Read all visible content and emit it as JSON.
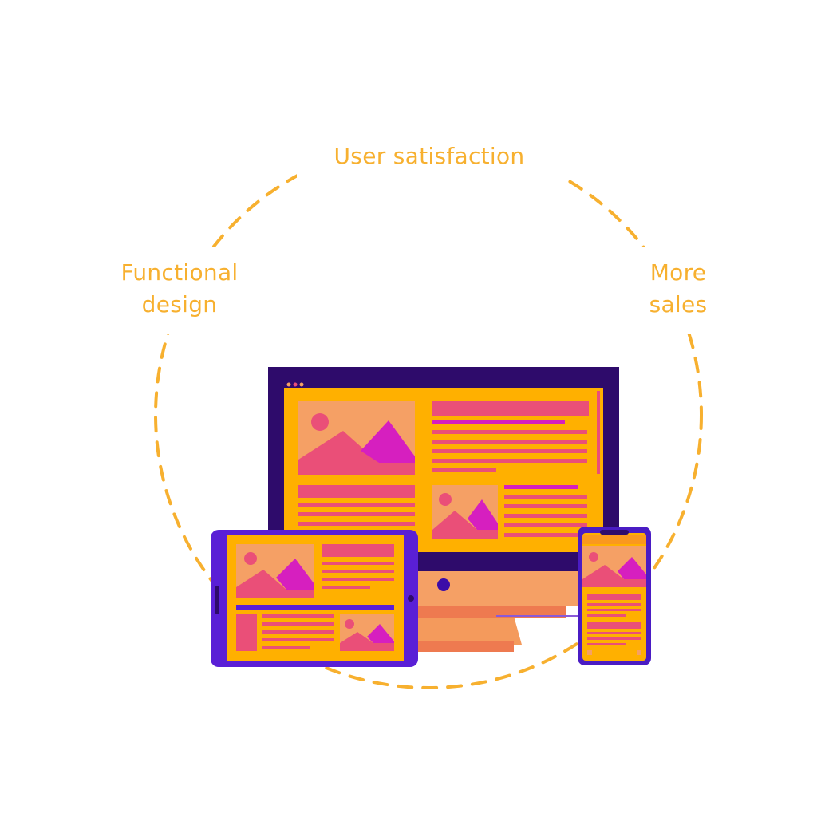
{
  "labels": {
    "top": "User satisfaction",
    "left_line1": "Functional",
    "left_line2": "design",
    "right_line1": "More",
    "right_line2": "sales"
  },
  "colors": {
    "accent": "#f7b02f",
    "frame": "#2e0b6b",
    "tablet_frame": "#5a1fd6",
    "screen": "#ffb000",
    "salmon": "#f5a065",
    "pink": "#ea4f78",
    "magenta": "#d61fbf",
    "stand": "#f49a5c",
    "stand_dark": "#ee7a50"
  },
  "icons": {
    "desktop": "desktop-monitor-icon",
    "tablet": "tablet-icon",
    "phone": "smartphone-icon"
  }
}
